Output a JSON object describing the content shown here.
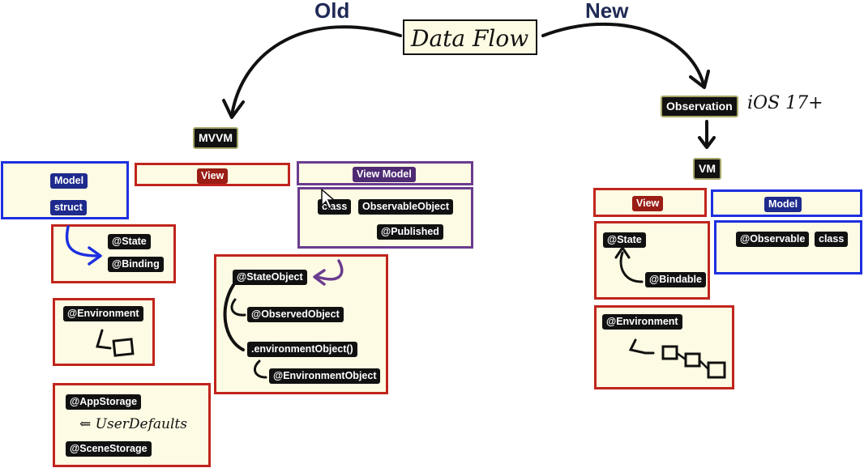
{
  "title": "Data Flow",
  "old_label": "Old",
  "new_label": "New",
  "mvvm": "MVVM",
  "old": {
    "model": {
      "label": "Model",
      "kind": "struct"
    },
    "view": "View",
    "view_model": {
      "label": "View Model",
      "kind": "class",
      "protocol": "ObservableObject",
      "wrapper": "@Published"
    },
    "state_box": [
      "@State",
      "@Binding"
    ],
    "environment": "@Environment",
    "storage": {
      "app": "@AppStorage",
      "note": "⇐ UserDefaults",
      "scene": "@SceneStorage"
    },
    "object_box": [
      "@StateObject",
      "@ObservedObject",
      ".environmentObject()",
      "@EnvironmentObject"
    ]
  },
  "new": {
    "observation": "Observation",
    "ios": "iOS 17+",
    "vm": "VM",
    "view": "View",
    "model": {
      "label": "Model",
      "observable": "@Observable",
      "kind": "class"
    },
    "state_box": [
      "@State",
      "@Bindable"
    ],
    "environment": "@Environment"
  },
  "colors": {
    "red": "#c0251d",
    "blue": "#1d2fe0",
    "purple": "#6a3c8f",
    "box_fill": "#fdfbe3"
  }
}
